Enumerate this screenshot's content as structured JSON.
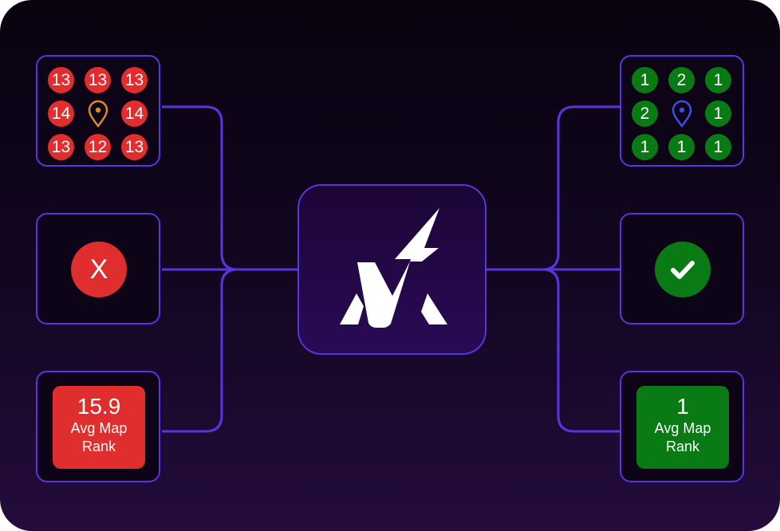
{
  "colors": {
    "accent": "#5a34e0",
    "bad": "#e02d2d",
    "good": "#0a7a14",
    "pin_bad": "#d98a2a",
    "pin_good": "#3850e0"
  },
  "left": {
    "grid": [
      "13",
      "13",
      "13",
      "14",
      "",
      "14",
      "13",
      "12",
      "13"
    ],
    "status_icon": "x-icon",
    "status_label": "X",
    "rank_value": "15.9",
    "rank_label": "Avg Map Rank"
  },
  "right": {
    "grid": [
      "1",
      "2",
      "1",
      "2",
      "",
      "1",
      "1",
      "1",
      "1"
    ],
    "status_icon": "check-icon",
    "rank_value": "1",
    "rank_label": "Avg Map Rank"
  },
  "center": {
    "logo": "lightning-v-logo"
  }
}
